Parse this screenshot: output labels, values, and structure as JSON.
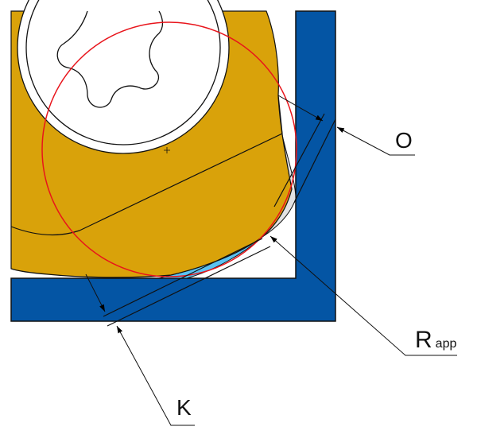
{
  "labels": {
    "o": "O",
    "r_main": "R",
    "r_sub": "app",
    "k": "K"
  },
  "colors": {
    "insert": "#D9A20A",
    "holder": "#0455A4",
    "wear_zone": "#5BC2F2",
    "gap": "#E2E2E2",
    "approx_circle": "#E8141B"
  }
}
